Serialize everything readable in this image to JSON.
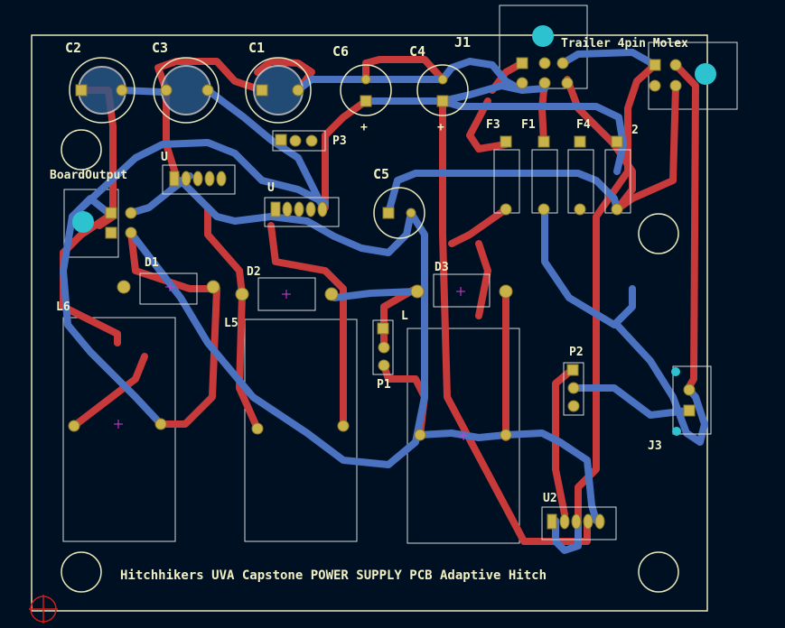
{
  "board": {
    "title_text": "Hitchhikers UVA Capstone POWER SUPPLY PCB Adaptive Hitch"
  },
  "components": {
    "c2": "C2",
    "c3": "C3",
    "c1": "C1",
    "c6": "C6",
    "c4": "C4",
    "c5": "C5",
    "j1": "J1",
    "j1_name": "Trailer 4pin Molex",
    "j3": "J3",
    "f3": "F3",
    "f1": "F1",
    "f4": "F4",
    "f2_partial": "2",
    "p3": "P3",
    "p1": "P1",
    "p2": "P2",
    "u1_partial": "U",
    "u3_partial": "U",
    "u2": "U2",
    "board_output": "BoardOutput",
    "d1": "D1",
    "d2": "D2",
    "d3": "D3",
    "l6_partial": "L6",
    "l5": "L5",
    "l4_partial": "L"
  },
  "colors": {
    "background": "#001023",
    "front_copper": "#c8393a",
    "back_copper": "#4a72c0",
    "silkscreen": "#f2f0c2",
    "pad": "#c9b24a",
    "marker": "#2cc2cf"
  }
}
